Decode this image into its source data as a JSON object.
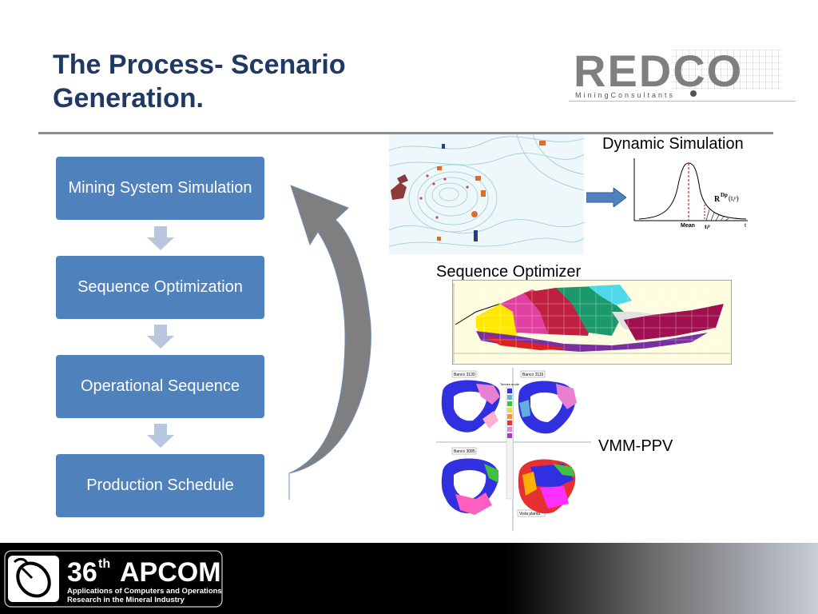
{
  "slide": {
    "title": "The Process- Scenario Generation."
  },
  "logo": {
    "name": "REDCO",
    "tagline": "MiningConsultants"
  },
  "flow": {
    "steps": [
      "Mining System Simulation",
      "Sequence Optimization",
      "Operational Sequence",
      "Production Schedule"
    ]
  },
  "captions": {
    "dynamic_simulation": "Dynamic Simulation",
    "sequence_optimizer": "Sequence Optimizer",
    "vmm_ppv": "VMM-PPV"
  },
  "distribution_chart": {
    "mean_label": "Mean",
    "x_axis_label": "t",
    "formula_label": "R",
    "formula_sup": "Dp",
    "formula_arg": "(tᵢᵖ)",
    "tp_label": "tᵢᵖ"
  },
  "bench_maps": {
    "labels": [
      "Banco 3130",
      "Banco 3115",
      "Banco 3085",
      "Vista planta"
    ],
    "legend_title": "Tonnes mode"
  },
  "footer": {
    "conference_number": "36",
    "ordinal_suffix": "th",
    "conference_name": "APCOM",
    "subtitle_line1": "Applications of Computers and Operations",
    "subtitle_line2": "Research in the Mineral Industry"
  },
  "colors": {
    "title": "#1f3864",
    "box_fill": "#4f81bd",
    "arrow_fill": "#b8c7e0",
    "curved_arrow": "#7f7f7f",
    "logo_text": "#7f7f7f"
  }
}
